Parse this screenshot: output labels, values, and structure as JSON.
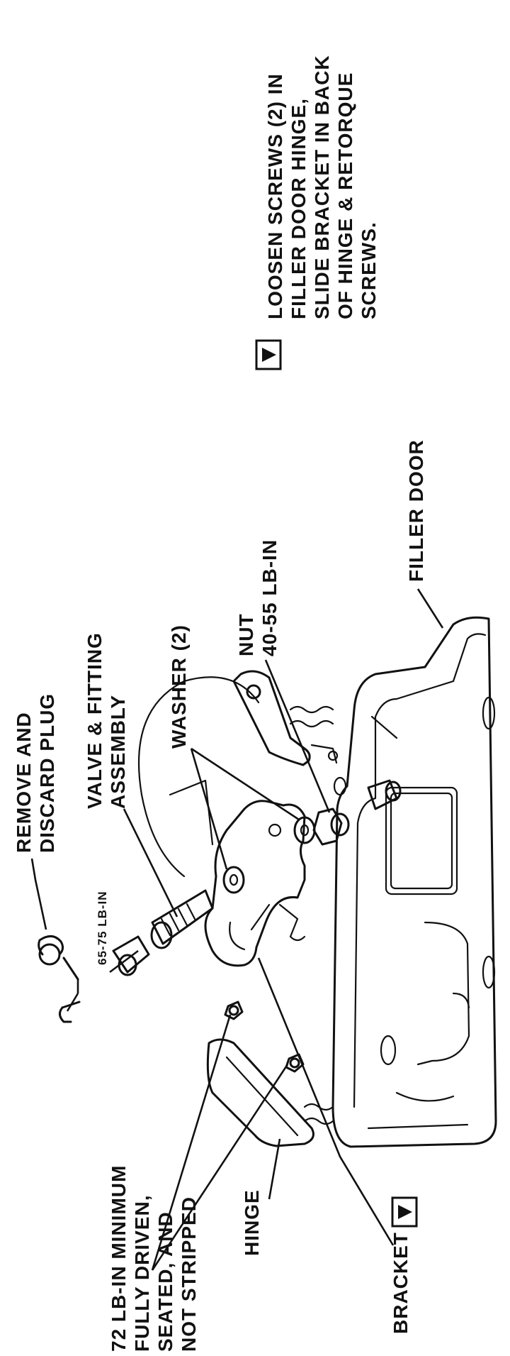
{
  "labels": {
    "remove_plug": [
      "REMOVE AND",
      "DISCARD PLUG"
    ],
    "valve_fitting": [
      "VALVE & FITTING",
      "ASSEMBLY"
    ],
    "washer": "WASHER (2)",
    "nut": [
      "NUT",
      "40-55  LB-IN"
    ],
    "filler_door": "FILLER DOOR",
    "note": [
      "LOOSEN SCREWS (2) IN",
      "FILLER DOOR HINGE,",
      "SLIDE BRACKET IN BACK",
      "OF HINGE & RETORQUE",
      "SCREWS."
    ],
    "torque_fitting": "65-75  LB-IN",
    "torque_screws": [
      "72 LB-IN MINIMUM",
      "FULLY DRIVEN,",
      "SEATED, AND",
      "NOT STRIPPED"
    ],
    "hinge": "HINGE",
    "bracket": "BRACKET"
  },
  "icons": {
    "note_marker": "triangle-in-box",
    "bracket_marker": "triangle-in-box"
  }
}
